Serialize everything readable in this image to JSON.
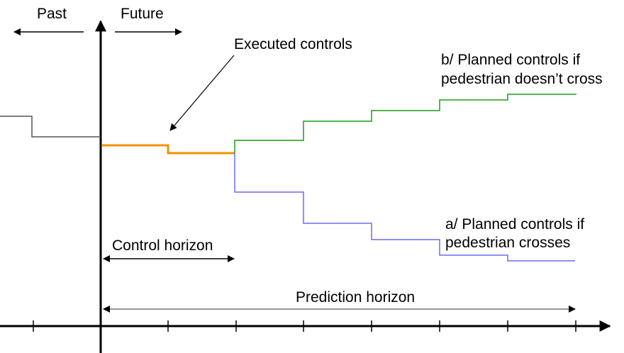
{
  "labels": {
    "past": "Past",
    "future": "Future",
    "executed_controls": "Executed controls",
    "planned_no_cross_line1": "b/ Planned controls if",
    "planned_no_cross_line2": "pedestrian doesn’t cross",
    "planned_cross_line1": "a/ Planned controls if",
    "planned_cross_line2": "pedestrian crosses",
    "control_horizon": "Control horizon",
    "prediction_horizon": "Prediction horizon"
  },
  "colors": {
    "axis": "#000000",
    "past_signal": "#555555",
    "executed": "#f39200",
    "no_cross": "#1a9e1a",
    "cross": "#6b6bf0",
    "horizon_arrow": "#000000",
    "prediction_arrow": "#777777"
  }
}
